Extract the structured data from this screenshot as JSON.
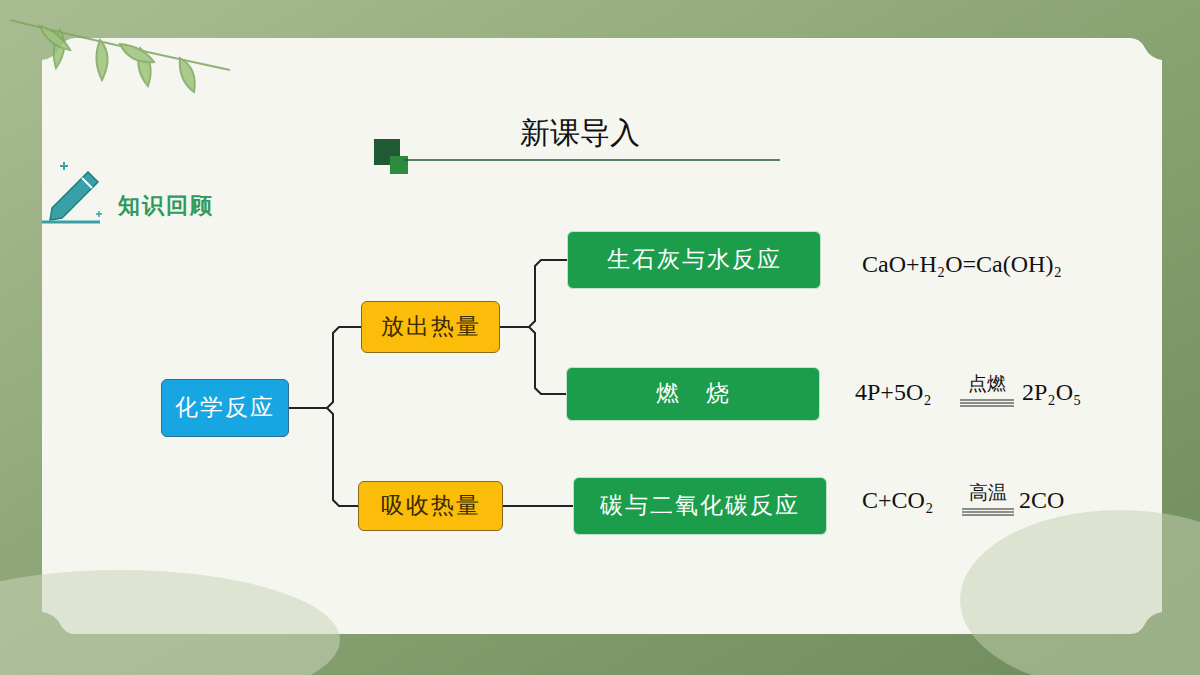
{
  "diagram": {
    "title": "新课导入",
    "nodes": [
      {
        "text": [
          "化学反应"
        ]
      },
      {
        "text": [
          "放出热量"
        ]
      },
      {
        "text": [
          "吸收热量"
        ]
      },
      {
        "text": [
          "生石灰与水反应"
        ]
      },
      {
        "text": [
          "燃　烧"
        ]
      },
      {
        "text": [
          "碳与二氧化碳反应"
        ]
      }
    ],
    "edges": [
      {
        "from": 0,
        "to": 1,
        "arrow": "none"
      },
      {
        "from": 0,
        "to": 2,
        "arrow": "none"
      },
      {
        "from": 1,
        "to": 3,
        "arrow": "none"
      },
      {
        "from": 1,
        "to": 4,
        "arrow": "none"
      },
      {
        "from": 2,
        "to": 5,
        "arrow": "none"
      }
    ],
    "labels": [
      "知识回顾",
      "CaO+H₂O=Ca(OH)₂",
      "4P+5O₂",
      "点燃",
      "2P₂O₅",
      "C+CO₂",
      "高温",
      "2CO"
    ]
  }
}
